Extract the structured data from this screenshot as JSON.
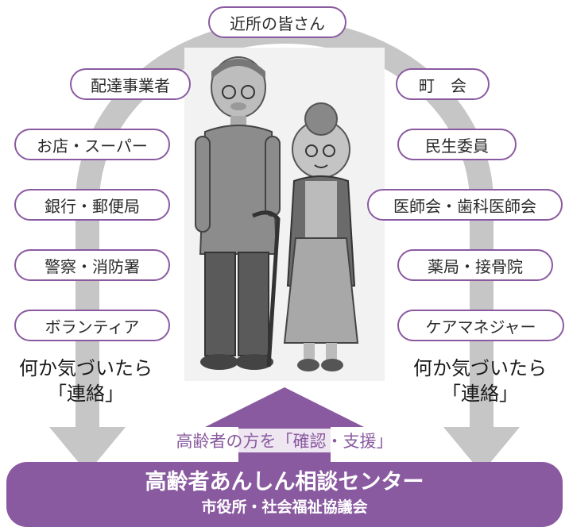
{
  "arc_color": "#c6c6c6",
  "accent_color": "#8a5aa0",
  "top_pill": "近所の皆さん",
  "left_pills": [
    "配達事業者",
    "お店・スーパー",
    "銀行・郵便局",
    "警察・消防署",
    "ボランティア"
  ],
  "right_pills": [
    "町　会",
    "民生委員",
    "医師会・歯科医師会",
    "薬局・接骨院",
    "ケアマネジャー"
  ],
  "left_caption": {
    "line1": "何か気づいたら",
    "line2": "「連絡」"
  },
  "right_caption": {
    "line1": "何か気づいたら",
    "line2": "「連絡」"
  },
  "confirm_text": "高齢者の方を「確認・支援」",
  "center": {
    "title": "高齢者あんしん相談センター",
    "subtitle": "市役所・社会福祉協議会"
  },
  "illustration": "elderly-couple-illustration"
}
